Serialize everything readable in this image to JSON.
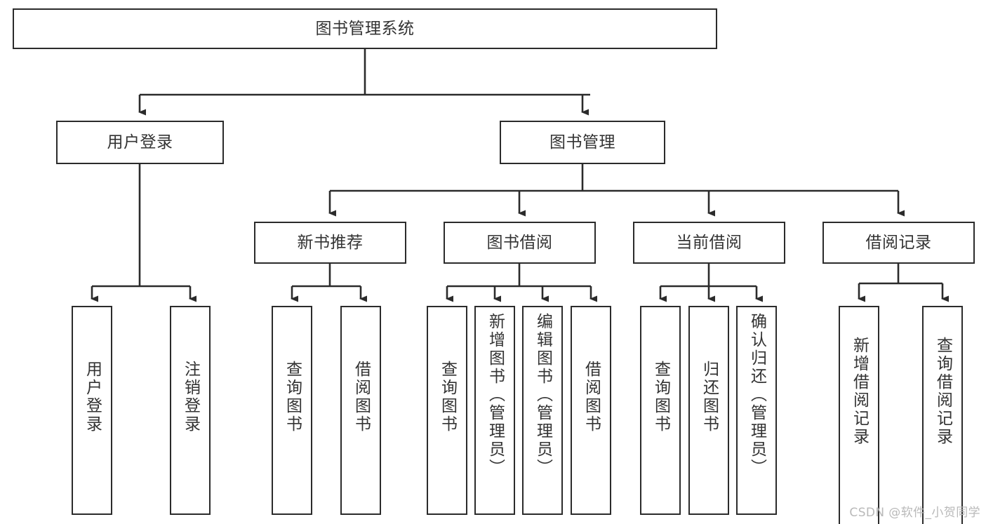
{
  "diagram": {
    "type": "tree-hierarchy",
    "title": "图书管理系统",
    "watermark": "CSDN @软件_小贺同学",
    "colors": {
      "stroke": "#2b2b2b",
      "text": "#333333",
      "background": "#ffffff",
      "watermark": "#b9b9b9"
    },
    "nodes": {
      "root": {
        "label": "图书管理系统"
      },
      "level1": [
        {
          "id": "user-login",
          "label": "用户登录"
        },
        {
          "id": "book-manage",
          "label": "图书管理"
        }
      ],
      "level2": [
        {
          "id": "new-book-recommend",
          "label": "新书推荐"
        },
        {
          "id": "book-borrow",
          "label": "图书借阅"
        },
        {
          "id": "current-borrow",
          "label": "当前借阅"
        },
        {
          "id": "borrow-record",
          "label": "借阅记录"
        }
      ],
      "leaves": [
        {
          "id": "leaf-user-login",
          "label": "用户登录",
          "parent": "user-login"
        },
        {
          "id": "leaf-logout-login",
          "label": "注销登录",
          "parent": "user-login"
        },
        {
          "id": "leaf-query-book-1",
          "label": "查询图书",
          "parent": "new-book-recommend"
        },
        {
          "id": "leaf-borrow-book-1",
          "label": "借阅图书",
          "parent": "new-book-recommend"
        },
        {
          "id": "leaf-query-book-2",
          "label": "查询图书",
          "parent": "book-borrow"
        },
        {
          "id": "leaf-add-book",
          "label": "新增图书（管理员）",
          "parent": "book-borrow"
        },
        {
          "id": "leaf-edit-book",
          "label": "编辑图书（管理员）",
          "parent": "book-borrow"
        },
        {
          "id": "leaf-borrow-book-2",
          "label": "借阅图书",
          "parent": "book-borrow"
        },
        {
          "id": "leaf-query-book-3",
          "label": "查询图书",
          "parent": "current-borrow"
        },
        {
          "id": "leaf-return-book",
          "label": "归还图书",
          "parent": "current-borrow"
        },
        {
          "id": "leaf-confirm-return",
          "label": "确认归还（管理员）",
          "parent": "current-borrow"
        },
        {
          "id": "leaf-add-record",
          "label": "新增借阅记录",
          "parent": "borrow-record"
        },
        {
          "id": "leaf-query-record",
          "label": "查询借阅记录",
          "parent": "borrow-record"
        }
      ]
    }
  }
}
